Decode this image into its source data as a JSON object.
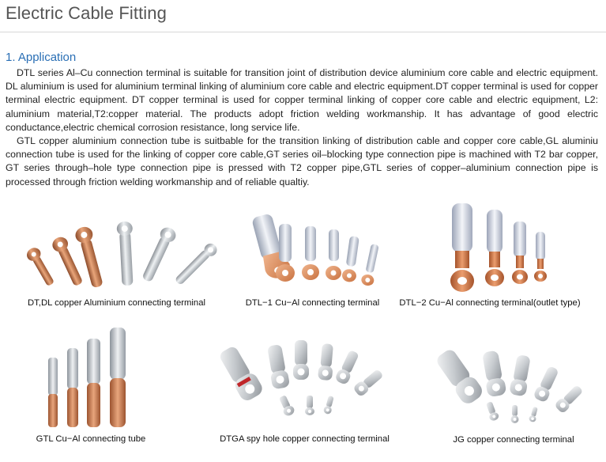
{
  "page": {
    "title": "Electric Cable Fitting",
    "section_heading": "1. Application",
    "paragraphs": [
      "DTL series Al–Cu connection terminal is suitable for transition joint of distribution device aluminium core cable and electric equipment. DL aluminium is used for aluminium terminal linking of aluminium core cable and electric equipment.DT copper terminal is used for copper terminal electric equipment. DT copper terminal is used for copper terminal linking of copper core cable and electric equipment, L2: aluminium material,T2:copper material. The products adopt friction welding workmanship. It has advantage of good electric conductance,electric chemical corrosion resistance, long service life.",
      "GTL copper aluminium connection tube is suitbable for the transition linking of distribution cable and copper core cable,GL aluminiu connection tube is used for the linking of copper core cable,GT series oil–blocking type connection pipe is machined with T2 bar copper, GT series through–hole type connection pipe is pressed with T2 copper pipe,GTL series of copper–aluminium connection pipe is processed through friction welding workmanship and of reliable qualtiy."
    ]
  },
  "products": [
    {
      "caption": "DT,DL copper Aluminium connecting terminal",
      "icon": "copper-aluminium-terminal-set-image"
    },
    {
      "caption": "DTL−1 Cu−Al connecting terminal",
      "icon": "dtl1-terminal-set-image"
    },
    {
      "caption": "DTL−2 Cu−Al connecting terminal(outlet type)",
      "icon": "dtl2-terminal-set-image"
    },
    {
      "caption": "GTL Cu−Al connecting tube",
      "icon": "gtl-tube-set-image"
    },
    {
      "caption": "DTGA spy hole copper connecting terminal",
      "icon": "dtga-terminal-set-image"
    },
    {
      "caption": "JG copper connecting terminal",
      "icon": "jg-terminal-set-image"
    }
  ],
  "colors": {
    "title": "#555555",
    "heading": "#2a6fb5",
    "copper": "#c87b4e",
    "aluminium": "#c9cfd6",
    "tinned": "#b9bfc5"
  }
}
